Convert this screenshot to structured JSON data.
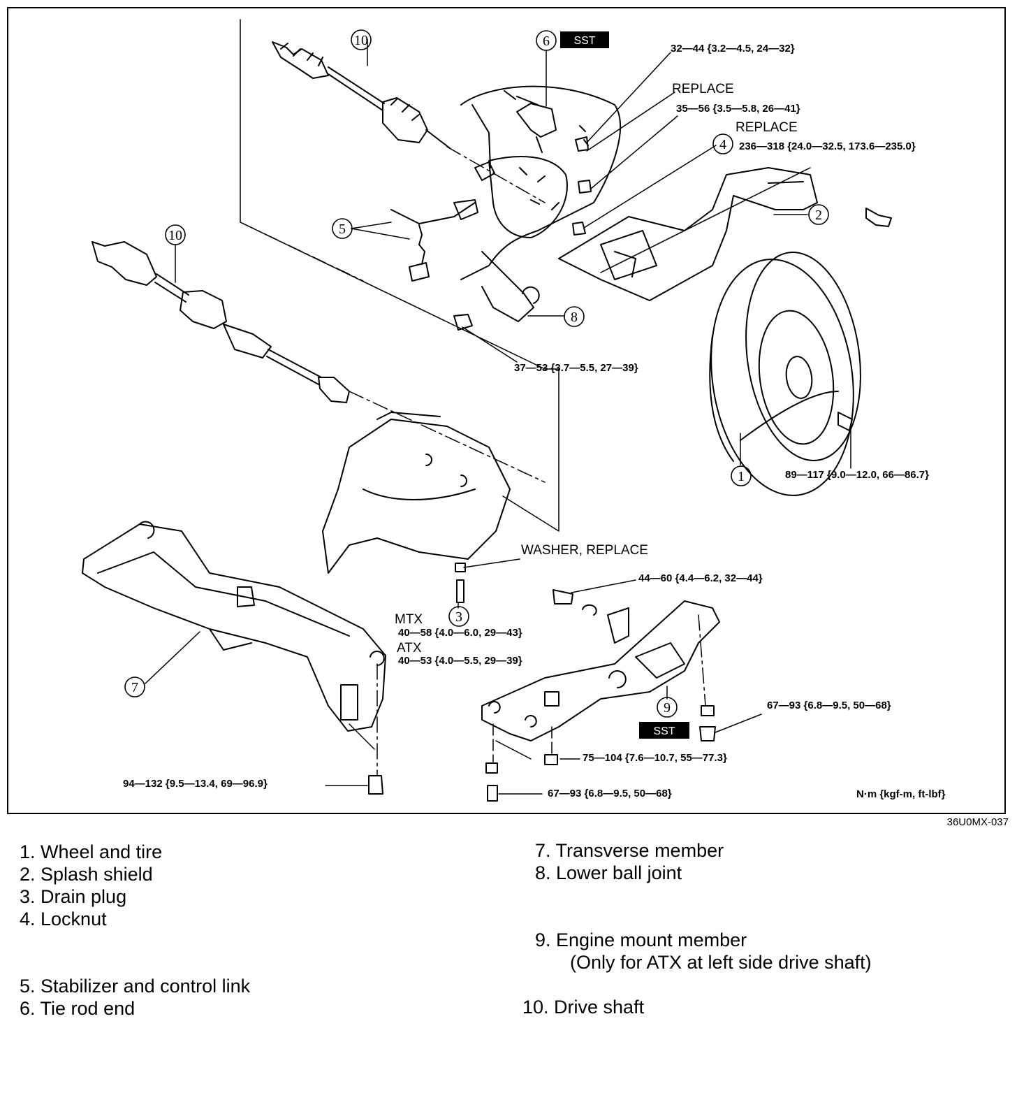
{
  "figure_code": "36U0MX-037",
  "units": "N·m {kgf-m, ft-lbf}",
  "sst": "SST",
  "callouts": {
    "c1": "1",
    "c2": "2",
    "c3": "3",
    "c4": "4",
    "c5": "5",
    "c6": "6",
    "c7": "7",
    "c8": "8",
    "c9": "9",
    "c10a": "10",
    "c10b": "10"
  },
  "notes": {
    "replace_1": "REPLACE",
    "replace_2": "REPLACE",
    "washer": "WASHER, REPLACE",
    "mtx": "MTX",
    "atx": "ATX"
  },
  "torques": {
    "t_tie_rod": "32—44 {3.2—4.5, 24—32}",
    "t_stab": "35—56 {3.5—5.8, 26—41}",
    "t_locknut": "236—318 {24.0—32.5, 173.6—235.0}",
    "t_balljoint": "37—53 {3.7—5.5, 27—39}",
    "t_wheel": "89—117 {9.0—12.0, 66—86.7}",
    "t_shield": "44—60 {4.4—6.2, 32—44}",
    "t_mtx": "40—58 {4.0—6.0, 29—43}",
    "t_atx": "40—53 {4.0—5.5, 29—39}",
    "t_mount_a": "67—93 {6.8—9.5, 50—68}",
    "t_mount_b": "75—104 {7.6—10.7, 55—77.3}",
    "t_transverse": "94—132 {9.5—13.4, 69—96.9}",
    "t_mount_c": "67—93 {6.8—9.5, 50—68}"
  },
  "legend": {
    "left": [
      "1. Wheel and tire",
      "2. Splash shield",
      "3. Drain plug",
      "4. Locknut",
      "5. Stabilizer and control link",
      "6. Tie rod end"
    ],
    "right": [
      "7. Transverse member",
      "8. Lower ball joint",
      "9. Engine mount member",
      "(Only for ATX at left side drive shaft)",
      "10. Drive shaft"
    ]
  }
}
